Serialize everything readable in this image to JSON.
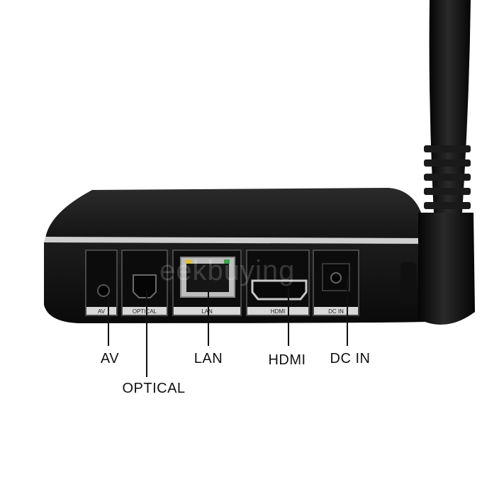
{
  "ports": [
    {
      "panel_label": "AV",
      "callout": "AV"
    },
    {
      "panel_label": "OPTICAL",
      "callout": "OPTICAL"
    },
    {
      "panel_label": "LAN",
      "callout": "LAN"
    },
    {
      "panel_label": "HDMI",
      "callout": "HDMI"
    },
    {
      "panel_label": "DC IN",
      "callout": "DC IN"
    }
  ],
  "watermark": "eekbuying",
  "colors": {
    "background": "#ffffff",
    "box_body": "#1a1a1a",
    "silver_trim": "#c9c9c9",
    "callout_text": "#111111"
  }
}
